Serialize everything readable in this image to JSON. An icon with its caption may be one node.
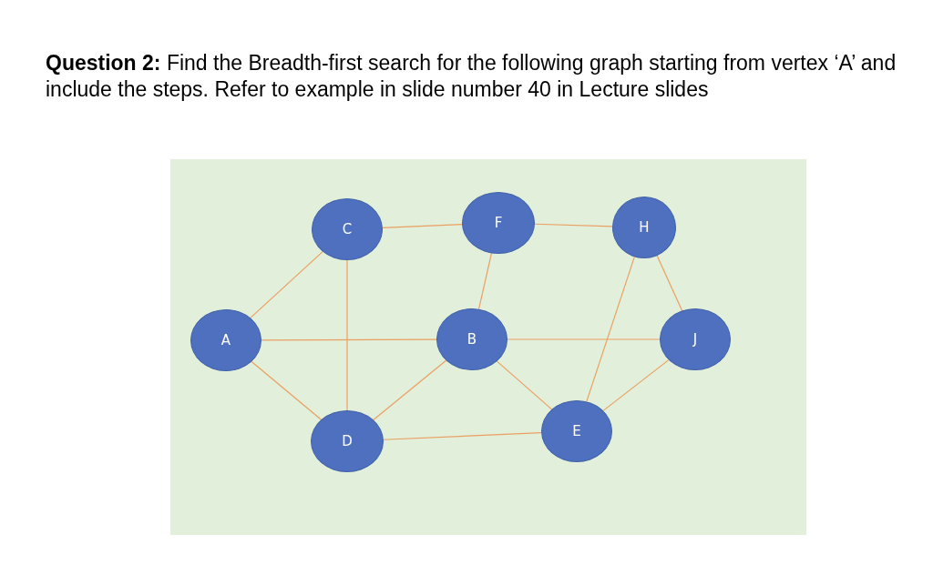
{
  "diagram": {
    "title": "**Question 2:** Find the Breadth-first search for the following graph starting from vertex ‘A’ and include the steps. Refer to example in slide number 40 in Lecture slides",
    "nodes": [
      {
        "text": [
          "C"
        ]
      },
      {
        "text": [
          "F"
        ]
      },
      {
        "text": [
          "H"
        ]
      },
      {
        "text": [
          "A"
        ]
      },
      {
        "text": [
          "B"
        ]
      },
      {
        "text": [
          "J"
        ]
      },
      {
        "text": [
          "D"
        ]
      },
      {
        "text": [
          "E"
        ]
      }
    ],
    "edges": [
      {
        "from": 0,
        "to": 1,
        "arrow": "none"
      },
      {
        "from": 1,
        "to": 2,
        "arrow": "none"
      },
      {
        "from": 3,
        "to": 0,
        "arrow": "none"
      },
      {
        "from": 3,
        "to": 4,
        "arrow": "none"
      },
      {
        "from": 0,
        "to": 6,
        "arrow": "none"
      },
      {
        "from": 1,
        "to": 4,
        "arrow": "none"
      },
      {
        "from": 2,
        "to": 7,
        "arrow": "none"
      },
      {
        "from": 2,
        "to": 5,
        "arrow": "none"
      },
      {
        "from": 4,
        "to": 5,
        "arrow": "none"
      },
      {
        "from": 3,
        "to": 6,
        "arrow": "none"
      },
      {
        "from": 6,
        "to": 4,
        "arrow": "none"
      },
      {
        "from": 4,
        "to": 7,
        "arrow": "none"
      },
      {
        "from": 7,
        "to": 5,
        "arrow": "none"
      },
      {
        "from": 6,
        "to": 7,
        "arrow": "none"
      }
    ]
  }
}
